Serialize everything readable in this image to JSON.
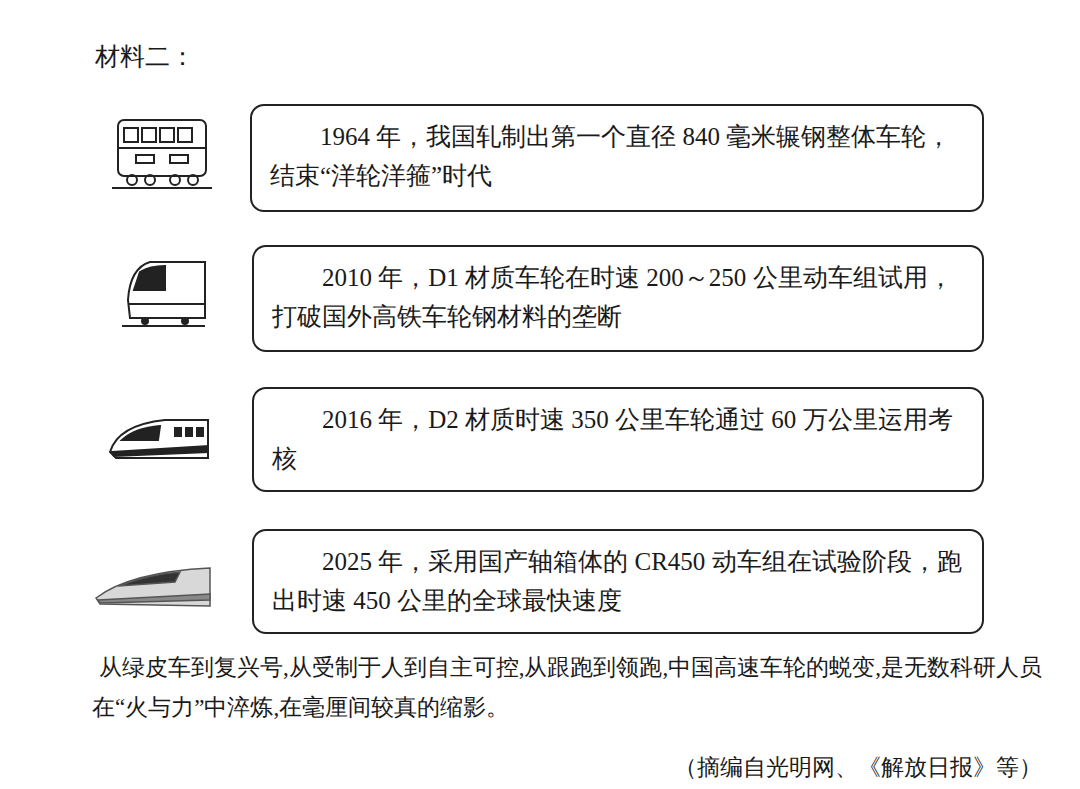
{
  "diagram": {
    "title": "材料二：",
    "nodes": [
      {
        "text": [
          "1964 年，我国轧制出第一个直径 840 毫米辗钢整体车轮，结束“洋轮洋箍”时代"
        ]
      },
      {
        "text": [
          "2010 年，D1 材质车轮在时速 200～250 公里动车组试用，打破国外高铁车轮钢材料的垄断"
        ]
      },
      {
        "text": [
          "2016 年，D2 材质时速 350 公里车轮通过 60 万公里运用考核"
        ]
      },
      {
        "text": [
          "2025 年，采用国产轴箱体的 CR450 动车组在试验阶段，跑出时速 450 公里的全球最快速度"
        ]
      }
    ],
    "labels": [
      "从绿皮车到复兴号,从受制于人到自主可控,从跟跑到领跑,中国高速车轮的蜕变,是无数科研人员在“火与力”中淬炼,在毫厘间较真的缩影。",
      "（摘编自光明网、《解放日报》等）"
    ]
  }
}
